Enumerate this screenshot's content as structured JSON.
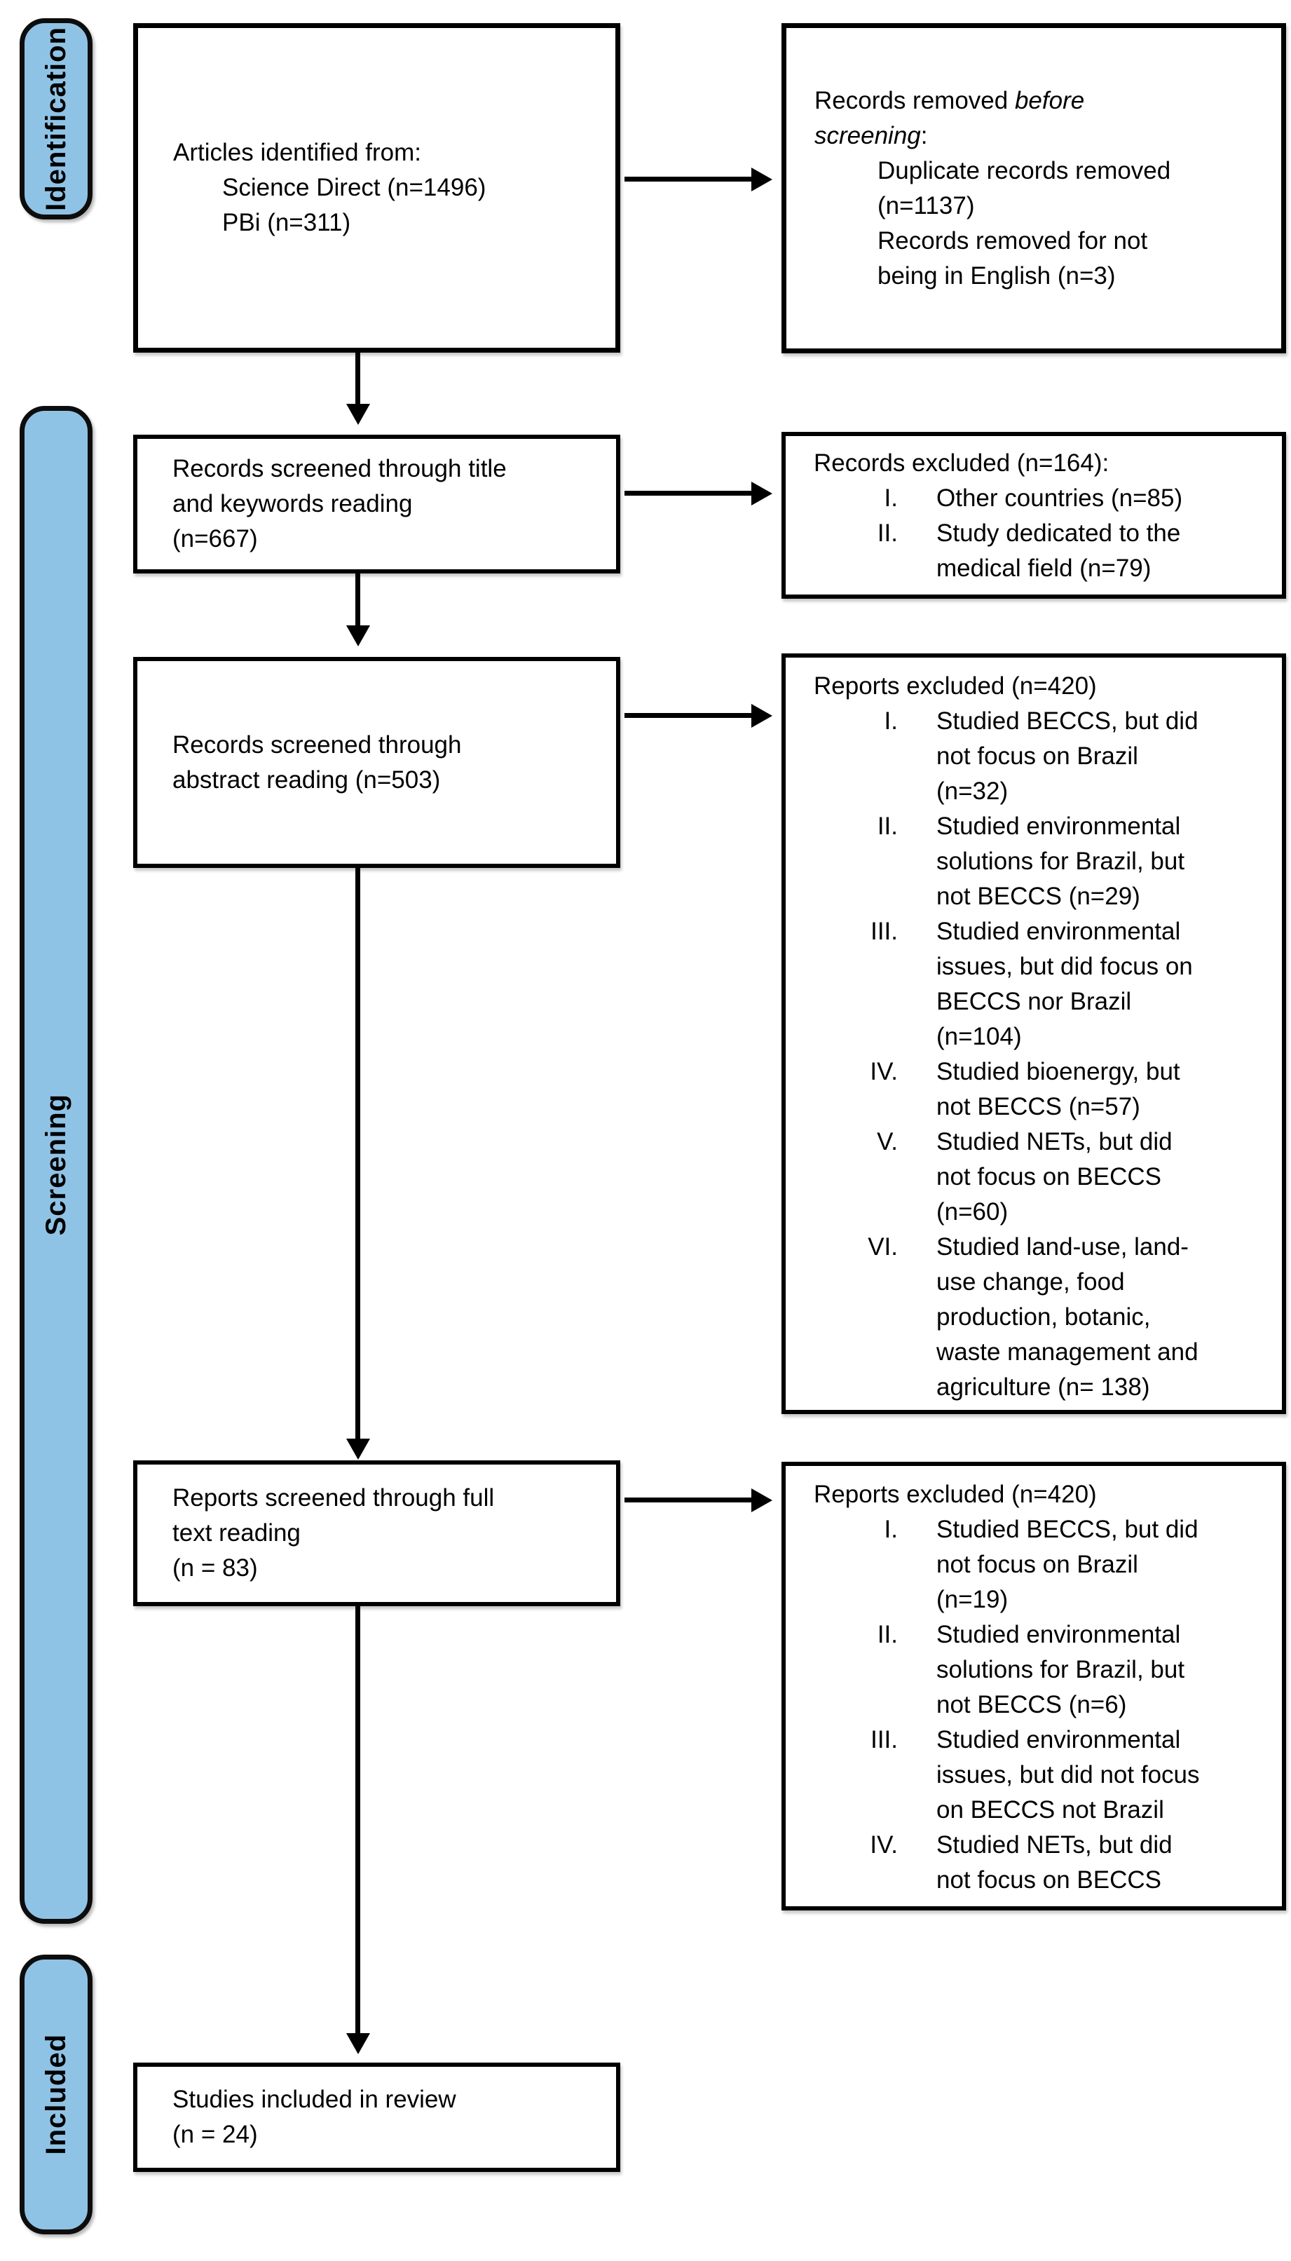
{
  "colors": {
    "stage_fill": "#8FC3E6",
    "stage_border": "#0d0d0d",
    "box_border": "#000000",
    "arrow": "#000000",
    "background": "#ffffff"
  },
  "stages": {
    "identification": "Identification",
    "screening": "Screening",
    "included": "Included"
  },
  "boxes": {
    "identified": {
      "title": "Articles identified from:",
      "sources": [
        "Science Direct (n=1496)",
        "PBi (n=311)"
      ]
    },
    "removed_before": {
      "lead": "Records removed ",
      "emphasis": "before screening",
      "tail": ":",
      "items": [
        "Duplicate records removed (n=1137)",
        "Records removed for not being in English (n=3)"
      ]
    },
    "screened_title": {
      "text": "Records screened through title and keywords reading",
      "count": "(n=667)"
    },
    "excluded_title": {
      "title": "Records excluded (n=164):",
      "items": [
        {
          "numeral": "I.",
          "text": "Other countries (n=85)"
        },
        {
          "numeral": "II.",
          "text": "Study dedicated to the medical field (n=79)"
        }
      ]
    },
    "screened_abstract": {
      "text": "Records screened through abstract reading (n=503)"
    },
    "excluded_abstract": {
      "title": "Reports excluded (n=420)",
      "items": [
        {
          "numeral": "I.",
          "text": "Studied BECCS, but did not focus on Brazil (n=32)"
        },
        {
          "numeral": "II.",
          "text": "Studied environmental solutions for Brazil, but not BECCS (n=29)"
        },
        {
          "numeral": "III.",
          "text": "Studied environmental issues, but did focus on BECCS nor Brazil (n=104)"
        },
        {
          "numeral": "IV.",
          "text": "Studied bioenergy, but not BECCS (n=57)"
        },
        {
          "numeral": "V.",
          "text": "Studied NETs, but did not focus on BECCS (n=60)"
        },
        {
          "numeral": "VI.",
          "text": "Studied land-use, land-use change, food production, botanic, waste management and agriculture (n= 138)"
        }
      ]
    },
    "screened_fulltext": {
      "text": "Reports screened through full text reading",
      "count": "(n = 83)"
    },
    "excluded_fulltext": {
      "title": "Reports excluded (n=420)",
      "items": [
        {
          "numeral": "I.",
          "text": "Studied BECCS, but did not focus on Brazil (n=19)"
        },
        {
          "numeral": "II.",
          "text": "Studied environmental solutions for Brazil, but not BECCS (n=6)"
        },
        {
          "numeral": "III.",
          "text": "Studied environmental issues, but did not focus on BECCS not Brazil"
        },
        {
          "numeral": "IV.",
          "text": "Studied NETs, but did not focus on BECCS"
        }
      ]
    },
    "included_review": {
      "text": "Studies included in review",
      "count": "(n = 24)"
    }
  }
}
